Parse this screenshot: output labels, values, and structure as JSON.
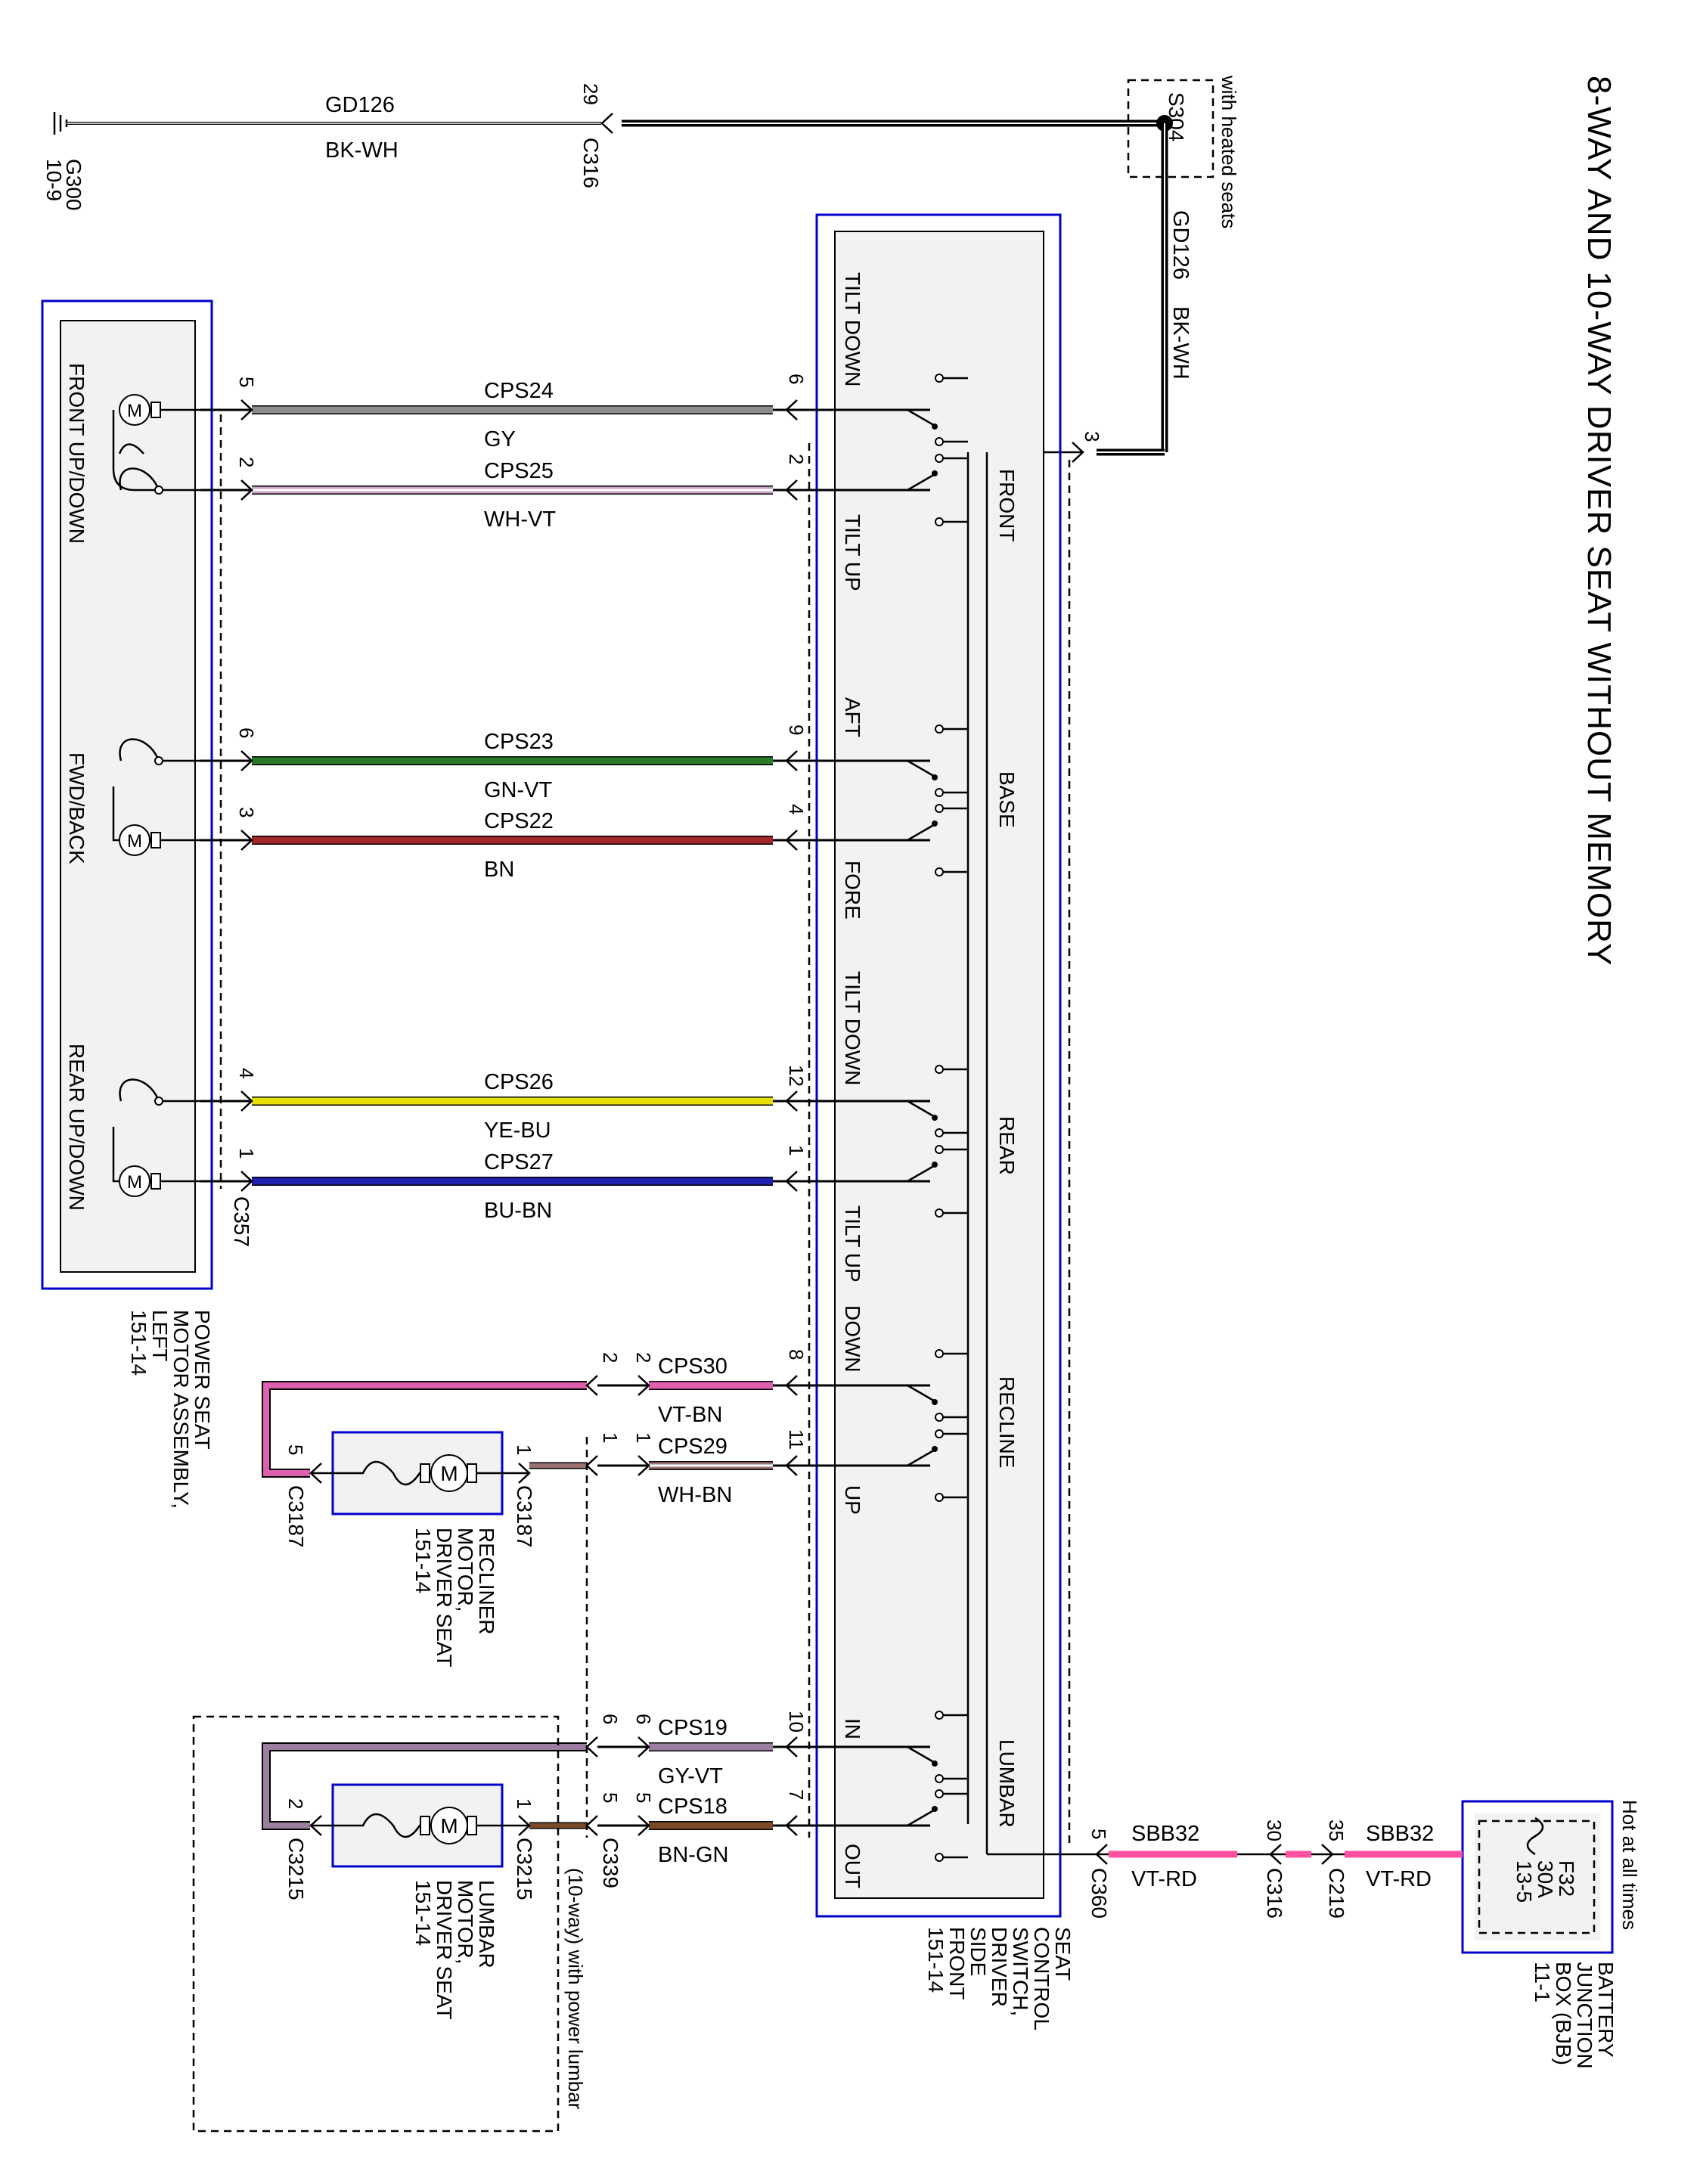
{
  "title": "8-WAY AND 10-WAY DRIVER SEAT WITHOUT MEMORY",
  "colors": {
    "GY": "#8c8c8c",
    "WH-VT": "#c8a3c8",
    "GN-VT": "#2a7a2a",
    "BN": "#a02828",
    "YE-BU": "#e8e000",
    "BU-BN": "#2020b0",
    "VT-BN": "#e060b0",
    "WH-BN": "#9a7070",
    "GY-VT": "#9c7ea0",
    "BN-GN": "#7a4a28",
    "VT-RD": "#ff4fa0",
    "BK-WH": "#000000",
    "component_outline": "#0000cc"
  },
  "ground": {
    "id": "G300",
    "ref": "10-9"
  },
  "ground_wire": {
    "circuit": "GD126",
    "color": "BK-WH",
    "pin": "29",
    "connector": "C316"
  },
  "splice": {
    "id": "S304",
    "note": "with heated seats"
  },
  "splice_wire": {
    "circuit": "GD126",
    "color": "BK-WH",
    "pin": "3"
  },
  "motor_assembly": {
    "name": [
      "POWER SEAT",
      "MOTOR ASSEMBLY,",
      "LEFT",
      "151-14"
    ],
    "connector": "C357",
    "sections": [
      "FRONT UP/DOWN",
      "FWD/BACK",
      "REAR UP/DOWN"
    ]
  },
  "seat_switch": {
    "name": [
      "SEAT",
      "CONTROL",
      "SWITCH,",
      "DRIVER",
      "SIDE",
      "FRONT",
      "151-14"
    ],
    "connector": "C360",
    "groups": [
      "FRONT",
      "BASE",
      "REAR",
      "RECLINE",
      "LUMBAR"
    ],
    "labels": [
      "TILT DOWN",
      "TILT UP",
      "AFT",
      "FORE",
      "TILT DOWN",
      "TILT UP",
      "DOWN",
      "UP",
      "IN",
      "OUT"
    ]
  },
  "wires": [
    {
      "circuit": "CPS24",
      "color": "GY",
      "pin_left": "5",
      "pin_right": "6"
    },
    {
      "circuit": "CPS25",
      "color": "WH-VT",
      "pin_left": "2",
      "pin_right": "2"
    },
    {
      "circuit": "CPS23",
      "color": "GN-VT",
      "pin_left": "6",
      "pin_right": "9"
    },
    {
      "circuit": "CPS22",
      "color": "BN",
      "pin_left": "3",
      "pin_right": "4"
    },
    {
      "circuit": "CPS26",
      "color": "YE-BU",
      "pin_left": "4",
      "pin_right": "12"
    },
    {
      "circuit": "CPS27",
      "color": "BU-BN",
      "pin_left": "1",
      "pin_right": "1"
    },
    {
      "circuit": "CPS30",
      "color": "VT-BN",
      "pin_left": "2",
      "pin_right": "8"
    },
    {
      "circuit": "CPS29",
      "color": "WH-BN",
      "pin_left": "1",
      "pin_right": "11"
    },
    {
      "circuit": "CPS19",
      "color": "GY-VT",
      "pin_left": "6",
      "pin_right": "10"
    },
    {
      "circuit": "CPS18",
      "color": "BN-GN",
      "pin_left": "5",
      "pin_right": "7"
    }
  ],
  "recliner_motor": {
    "name": [
      "RECLINER",
      "MOTOR,",
      "DRIVER SEAT",
      "151-14"
    ],
    "connector": "C3187",
    "pin_a": "5",
    "pin_b": "1",
    "inline_pin_a": "2",
    "inline_pin_b": "1"
  },
  "lumbar_motor": {
    "name": [
      "LUMBAR",
      "MOTOR,",
      "DRIVER SEAT",
      "151-14"
    ],
    "connector": "C3215",
    "pin_a": "2",
    "pin_b": "1",
    "inline_connector": "C339",
    "inline_pin_a": "6",
    "inline_pin_b": "5",
    "option_note": "(10-way) with power lumbar"
  },
  "power_feed": {
    "circuit": "SBB32",
    "color": "VT-RD",
    "switch_pin": "5",
    "switch_connector": "C360",
    "c316_pin": "30",
    "c316": "C316",
    "c219_pin": "35",
    "c219": "C219"
  },
  "bjb": {
    "name": [
      "BATTERY",
      "JUNCTION",
      "BOX (BJB)",
      "11-1"
    ],
    "note": "Hot at all times",
    "fuse": "F32",
    "rating": "30A",
    "ref": "13-5"
  },
  "motor_symbol": "M"
}
